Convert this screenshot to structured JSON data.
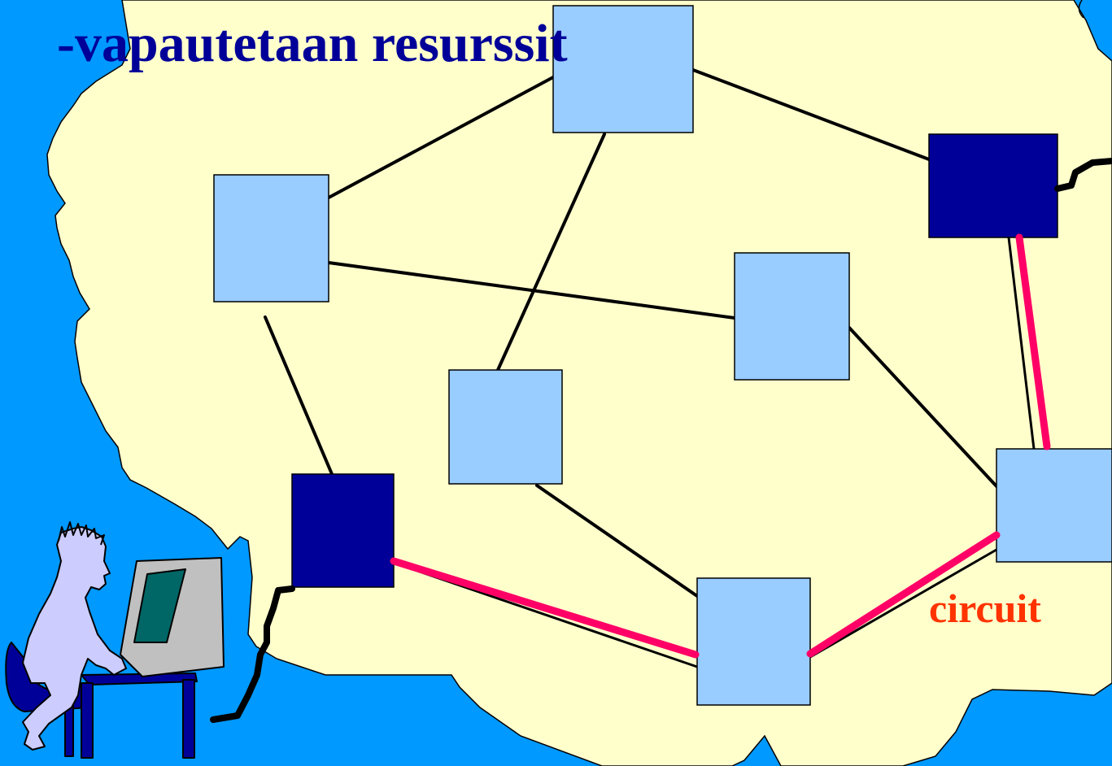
{
  "slide": {
    "title": "-vapautetaan resurssit",
    "circuit_label": "circuit"
  },
  "colors": {
    "background": "#0099ff",
    "cloud_fill": "#ffffcc",
    "switch_fill": "#99ccff",
    "endpoint_switch_fill": "#000099",
    "link_color": "#000000",
    "circuit_color": "#ff0066",
    "title_color": "#000099",
    "label_color": "#ff3300"
  },
  "diagram": {
    "nodes": [
      {
        "id": "n-top",
        "kind": "switch"
      },
      {
        "id": "n-left",
        "kind": "switch"
      },
      {
        "id": "n-right-top",
        "kind": "endpoint"
      },
      {
        "id": "n-center-right",
        "kind": "switch"
      },
      {
        "id": "n-center",
        "kind": "switch"
      },
      {
        "id": "n-left-bottom",
        "kind": "endpoint"
      },
      {
        "id": "n-right-bottom",
        "kind": "switch"
      },
      {
        "id": "n-bottom",
        "kind": "switch"
      }
    ],
    "links": [
      {
        "from": "n-left",
        "to": "n-top"
      },
      {
        "from": "n-top",
        "to": "n-right-top"
      },
      {
        "from": "n-top",
        "to": "n-center"
      },
      {
        "from": "n-left",
        "to": "n-center-right"
      },
      {
        "from": "n-left",
        "to": "n-left-bottom"
      },
      {
        "from": "n-center",
        "to": "n-bottom"
      },
      {
        "from": "n-center-right",
        "to": "n-right-bottom"
      },
      {
        "from": "n-right-top",
        "to": "n-right-bottom"
      },
      {
        "from": "n-left-bottom",
        "to": "n-bottom"
      },
      {
        "from": "n-bottom",
        "to": "n-right-bottom"
      }
    ],
    "circuit_path": [
      "n-left-bottom",
      "n-bottom",
      "n-right-bottom",
      "n-right-top"
    ]
  }
}
